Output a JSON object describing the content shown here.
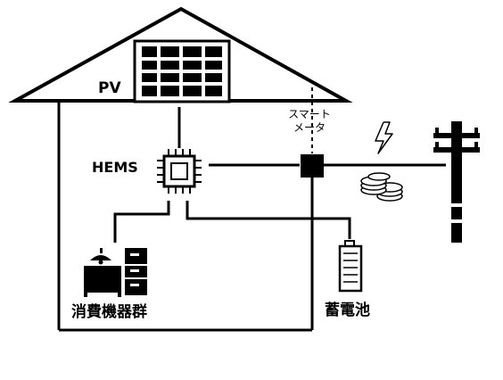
{
  "labels": {
    "pv": "PV",
    "hems": "HEMS",
    "smart_meter_line1": "スマート",
    "smart_meter_line2": "メータ",
    "appliances": "消費機器群",
    "battery": "蓄電池"
  },
  "colors": {
    "stroke": "#000000",
    "background": "#ffffff"
  },
  "icons": [
    "solar-panel-icon",
    "chip-icon",
    "smart-meter-icon",
    "lightning-icon",
    "coins-icon",
    "utility-pole-icon",
    "lamp-icon",
    "tv-icon",
    "refrigerator-icon",
    "battery-icon"
  ]
}
